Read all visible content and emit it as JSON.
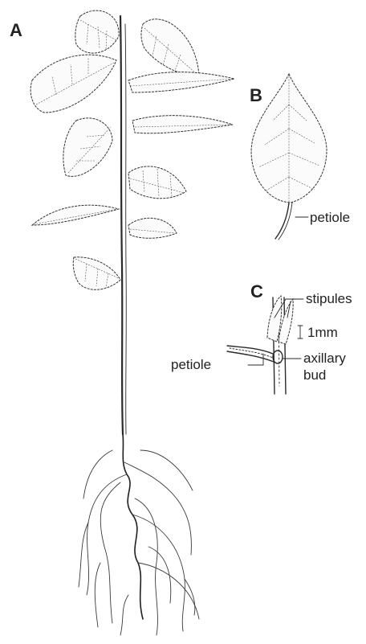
{
  "panels": {
    "a": "A",
    "b": "B",
    "c": "C"
  },
  "labels": {
    "b_petiole": "petiole",
    "c_stipules": "stipules",
    "c_scale": "1mm",
    "c_petiole": "petiole",
    "c_axillary": "axillary",
    "c_bud": "bud"
  }
}
